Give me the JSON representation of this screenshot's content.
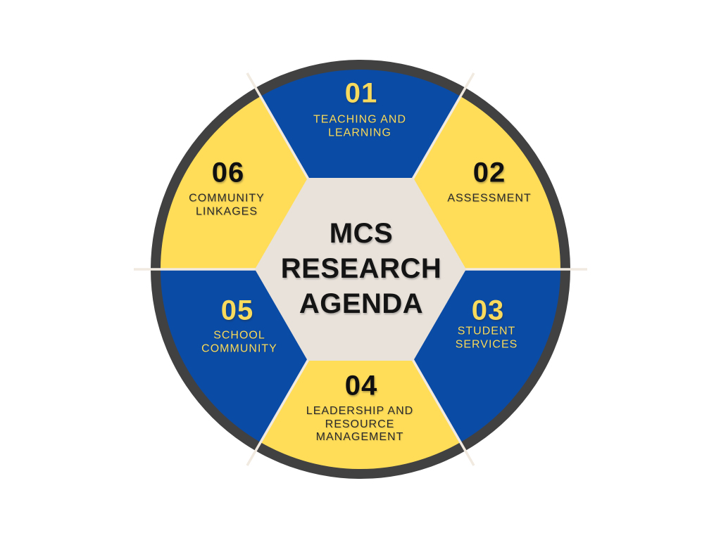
{
  "title": {
    "text": "MCS\nRESEARCH\nAGENDA"
  },
  "colors": {
    "background": "#FFFFFF",
    "blue": "#0A4BA6",
    "yellow": "#FFDD58",
    "ring": "#414141",
    "hexagon": "#E9E2DB",
    "separator_line": "#F1EAE1",
    "text_on_blue": "#F8DA5C",
    "number_on_yellow": "#101010",
    "label_on_yellow": "#2B2B2B",
    "title_text": "#141414"
  },
  "segments": [
    {
      "number": "01",
      "label": "TEACHING AND\nLEARNING",
      "fill": "blue"
    },
    {
      "number": "02",
      "label": "ASSESSMENT",
      "fill": "yellow"
    },
    {
      "number": "03",
      "label": "STUDENT\nSERVICES",
      "fill": "blue"
    },
    {
      "number": "04",
      "label": "LEADERSHIP AND\nRESOURCE\nMANAGEMENT",
      "fill": "yellow"
    },
    {
      "number": "05",
      "label": "SCHOOL\nCOMMUNITY",
      "fill": "blue"
    },
    {
      "number": "06",
      "label": "COMMUNITY\nLINKAGES",
      "fill": "yellow"
    }
  ]
}
